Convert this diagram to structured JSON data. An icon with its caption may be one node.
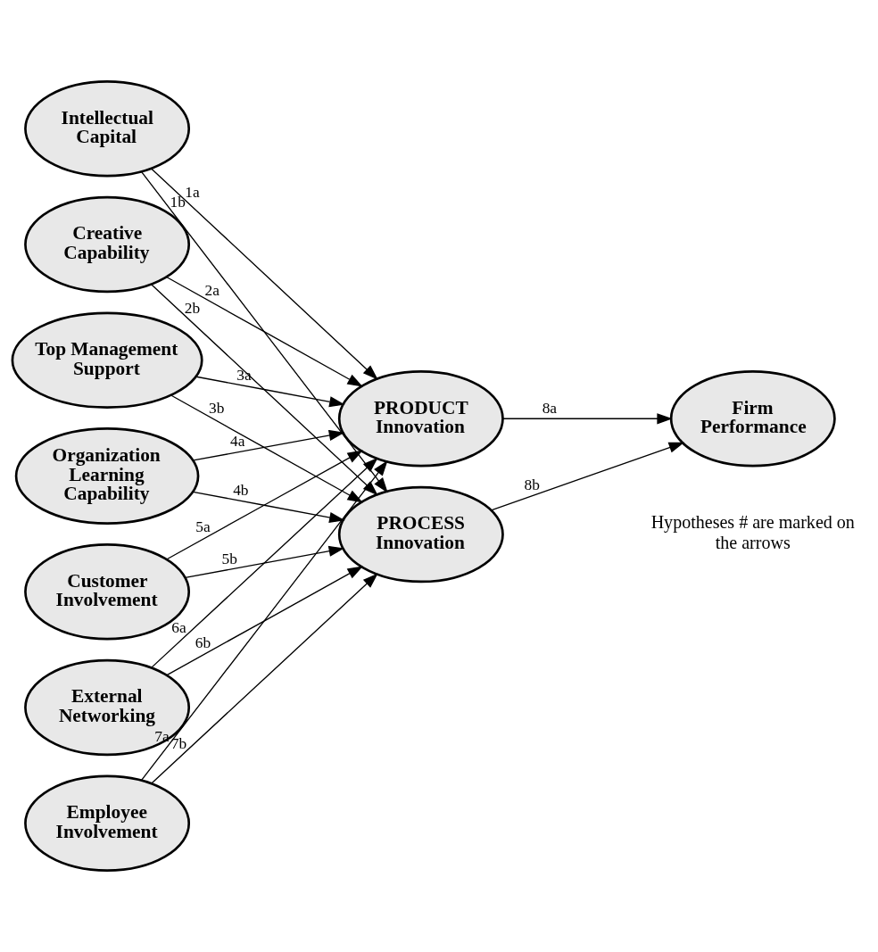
{
  "diagram": {
    "nodes": [
      {
        "text": [
          "Intellectual Capital"
        ]
      },
      {
        "text": [
          "Creative Capability"
        ]
      },
      {
        "text": [
          "Top Management Support"
        ]
      },
      {
        "text": [
          "Organization Learning Capability"
        ]
      },
      {
        "text": [
          "Customer Involvement"
        ]
      },
      {
        "text": [
          "External Networking"
        ]
      },
      {
        "text": [
          "Employee Involvement"
        ]
      },
      {
        "text": [
          "PRODUCT Innovation"
        ]
      },
      {
        "text": [
          "PROCESS Innovation"
        ]
      },
      {
        "text": [
          "Firm Performance"
        ]
      }
    ],
    "edges": [
      {
        "from": 0,
        "to": 7,
        "arrow": "to",
        "label": "1a"
      },
      {
        "from": 0,
        "to": 8,
        "arrow": "to",
        "label": "1b"
      },
      {
        "from": 1,
        "to": 7,
        "arrow": "to",
        "label": "2a"
      },
      {
        "from": 1,
        "to": 8,
        "arrow": "to",
        "label": "2b"
      },
      {
        "from": 2,
        "to": 7,
        "arrow": "to",
        "label": "3a"
      },
      {
        "from": 2,
        "to": 8,
        "arrow": "to",
        "label": "3b"
      },
      {
        "from": 3,
        "to": 7,
        "arrow": "to",
        "label": "4a"
      },
      {
        "from": 3,
        "to": 8,
        "arrow": "to",
        "label": "4b"
      },
      {
        "from": 4,
        "to": 7,
        "arrow": "to",
        "label": "5a"
      },
      {
        "from": 4,
        "to": 8,
        "arrow": "to",
        "label": "5b"
      },
      {
        "from": 5,
        "to": 7,
        "arrow": "to",
        "label": "6a"
      },
      {
        "from": 5,
        "to": 8,
        "arrow": "to",
        "label": "6b"
      },
      {
        "from": 6,
        "to": 7,
        "arrow": "to",
        "label": "7a"
      },
      {
        "from": 6,
        "to": 8,
        "arrow": "to",
        "label": "7b"
      },
      {
        "from": 7,
        "to": 9,
        "arrow": "to",
        "label": "8a"
      },
      {
        "from": 8,
        "to": 9,
        "arrow": "to",
        "label": "8b"
      }
    ],
    "labels": [
      "Hypotheses # are marked on the arrows"
    ]
  }
}
